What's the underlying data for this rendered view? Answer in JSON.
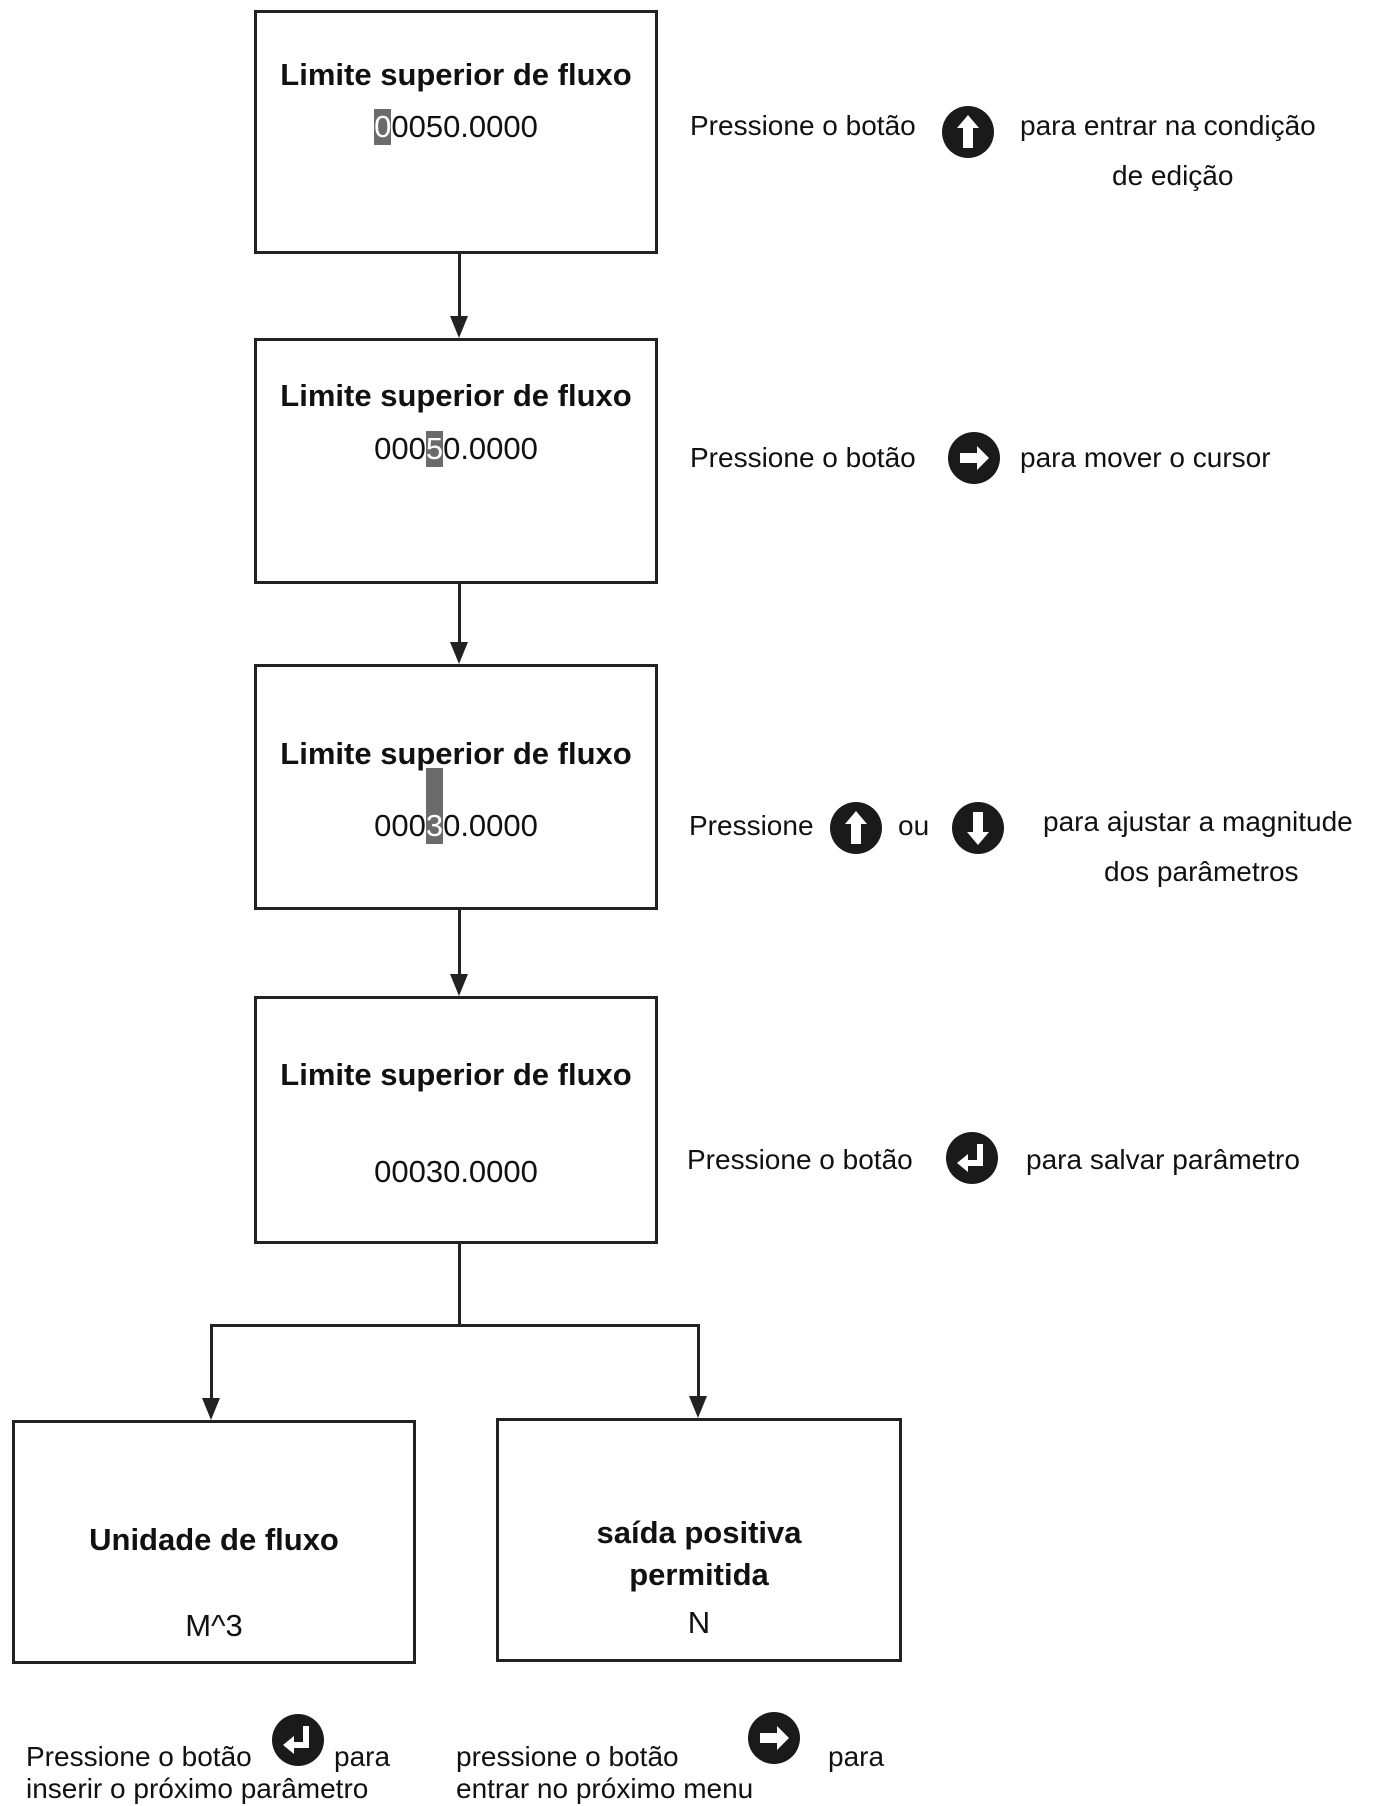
{
  "boxes": [
    {
      "title": "Limite superior de fluxo",
      "value_hl": "0",
      "value_rest": "0050.0000"
    },
    {
      "title": "Limite superior de fluxo",
      "value_pre": "000",
      "value_hl": "5",
      "value_rest": "0.0000"
    },
    {
      "title": "Limite superior de fluxo",
      "value_pre": "000",
      "value_hl": "3",
      "value_rest": "0.0000"
    },
    {
      "title": "Limite superior de fluxo",
      "value": "00030.0000"
    },
    {
      "title": "Unidade de fluxo",
      "value": "M^3"
    },
    {
      "title_line1": "saída positiva",
      "title_line2": "permitida",
      "value": "N"
    }
  ],
  "notes": {
    "n1_pre": "Pressione o botão",
    "n1_post": "para entrar na condição",
    "n1_line2": "de edição",
    "n2_pre": "Pressione o botão",
    "n2_post": "para mover o cursor",
    "n3_pre": "Pressione",
    "n3_mid": "ou",
    "n3_post": "para ajustar a magnitude",
    "n3_line2": "dos parâmetros",
    "n4_pre": "Pressione o botão",
    "n4_post": "para salvar parâmetro",
    "b1_pre": "Pressione o botão",
    "b1_post": "para",
    "b1_line2": "inserir o próximo parâmetro",
    "b2_pre": "pressione o botão",
    "b2_post": "para",
    "b2_line2": "entrar no próximo menu"
  },
  "icons": {
    "up": "up-arrow-icon",
    "down": "down-arrow-icon",
    "right": "right-arrow-icon",
    "enter": "enter-icon"
  },
  "colors": {
    "highlight": "#6b6b6b",
    "button": "#1a1a1a"
  }
}
